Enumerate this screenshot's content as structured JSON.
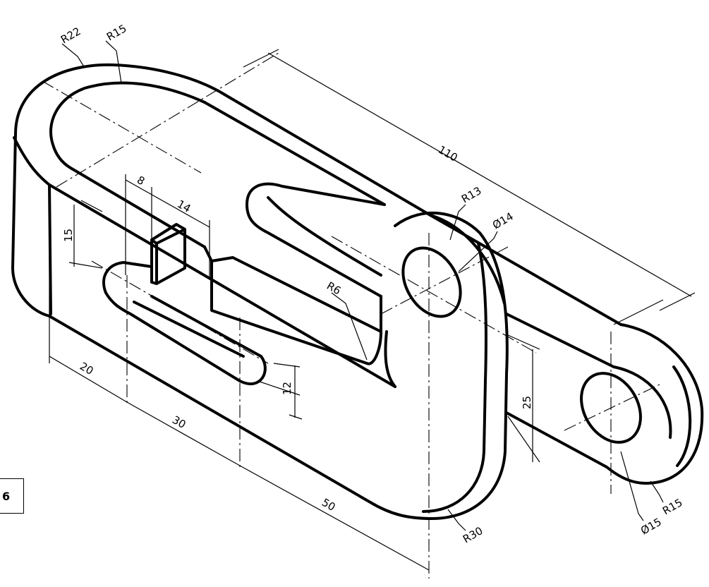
{
  "figure_number": "6",
  "dimensions": {
    "r22": "R22",
    "r15_top": "R15",
    "d110": "110",
    "r13": "R13",
    "dia14": "Ø14",
    "d8": "8",
    "d14": "14",
    "d15": "15",
    "r6": "R6",
    "d12": "12",
    "d20": "20",
    "d30": "30",
    "d50": "50",
    "d25": "25",
    "r30": "R30",
    "r15_right": "R15",
    "dia15": "Ø15"
  }
}
